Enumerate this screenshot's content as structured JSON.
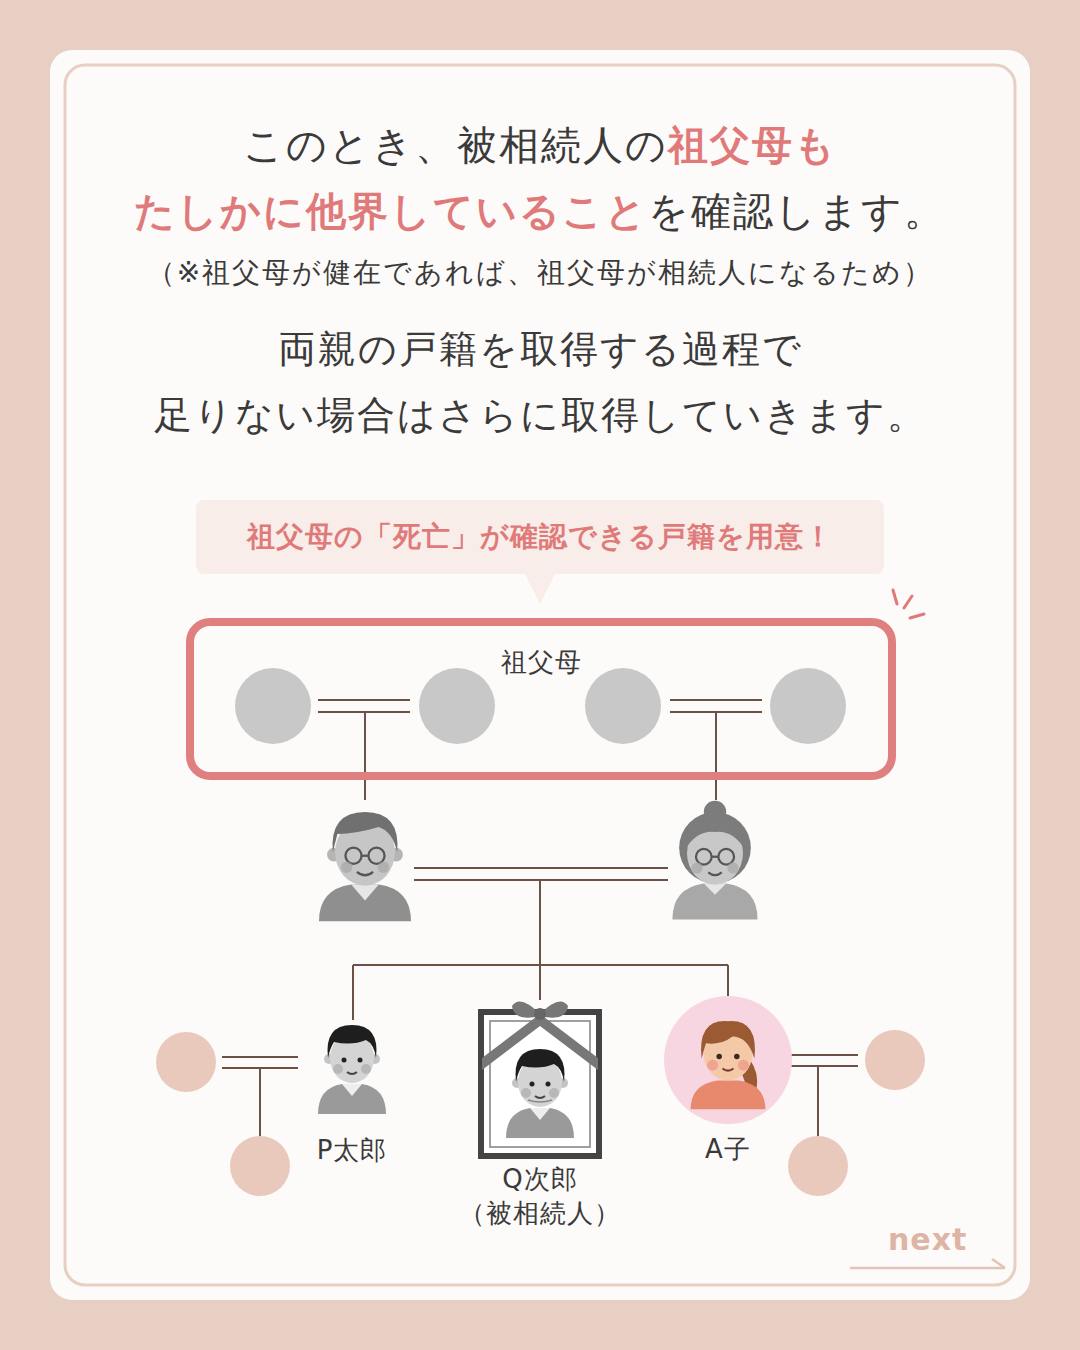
{
  "diagram": {
    "nodes": [
      {
        "text": [
          "祖父母の「死亡」が確認できる戸籍を用意！"
        ]
      },
      {
        "text": [
          "祖父母"
        ]
      },
      {
        "text": [
          "P太郎"
        ]
      },
      {
        "text": [
          "Q次郎",
          "（被相続人）"
        ]
      },
      {
        "text": [
          "A子"
        ]
      }
    ],
    "labels": [
      "このとき、被相続人の",
      "祖父母も",
      "たしかに他界していること",
      "を確認します。",
      "（※祖父母が健在であれば、祖父母が相続人になるため）",
      "両親の戸籍を取得する過程で",
      "足りない場合はさらに取得していきます。",
      "next"
    ]
  }
}
